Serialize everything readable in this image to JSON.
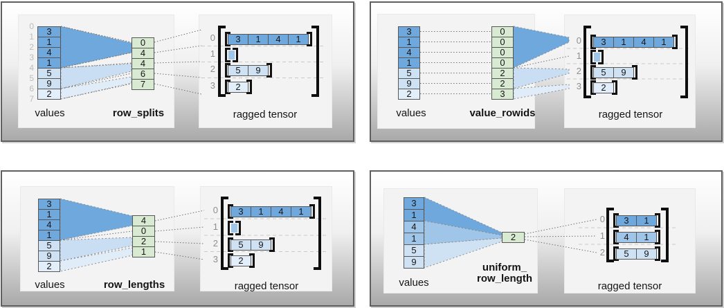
{
  "colors": {
    "dark_blue": "#6fa8dc",
    "medium_blue": "#9fc5e8",
    "light_blue": "#cfe2f3",
    "pale_blue": "#e2eefa",
    "green": "#d9ead3"
  },
  "quadrants": {
    "row_splits": {
      "values_label": "values",
      "factory_label": "row_splits",
      "tensor_label": "ragged tensor",
      "values": [
        "3",
        "1",
        "4",
        "1",
        "5",
        "9",
        "2"
      ],
      "boundary_indices": [
        "0",
        "1",
        "2",
        "3",
        "4",
        "5",
        "6",
        "7"
      ],
      "factory_values": [
        "0",
        "4",
        "4",
        "6",
        "7"
      ],
      "tensor_row_indices": [
        "0",
        "1",
        "2",
        "3"
      ],
      "tensor_rows": [
        [
          "3",
          "1",
          "4",
          "1"
        ],
        [],
        [
          "5",
          "9"
        ],
        [
          "2"
        ]
      ]
    },
    "value_rowids": {
      "values_label": "values",
      "factory_label": "value_rowids",
      "tensor_label": "ragged tensor",
      "values": [
        "3",
        "1",
        "4",
        "1",
        "5",
        "9",
        "2"
      ],
      "factory_values": [
        "0",
        "0",
        "0",
        "0",
        "2",
        "2",
        "3"
      ],
      "tensor_row_indices": [
        "0",
        "1",
        "2",
        "3"
      ],
      "tensor_rows": [
        [
          "3",
          "1",
          "4",
          "1"
        ],
        [],
        [
          "5",
          "9"
        ],
        [
          "2"
        ]
      ]
    },
    "row_lengths": {
      "values_label": "values",
      "factory_label": "row_lengths",
      "tensor_label": "ragged tensor",
      "values": [
        "3",
        "1",
        "4",
        "1",
        "5",
        "9",
        "2"
      ],
      "factory_values": [
        "4",
        "0",
        "2",
        "1"
      ],
      "tensor_row_indices": [
        "0",
        "1",
        "2",
        "3"
      ],
      "tensor_rows": [
        [
          "3",
          "1",
          "4",
          "1"
        ],
        [],
        [
          "5",
          "9"
        ],
        [
          "2"
        ]
      ]
    },
    "uniform_row_length": {
      "values_label": "values",
      "factory_label_line1": "uniform_",
      "factory_label_line2": "row_length",
      "tensor_label": "ragged tensor",
      "values": [
        "3",
        "1",
        "4",
        "1",
        "5",
        "9"
      ],
      "factory_values": [
        "2"
      ],
      "tensor_row_indices": [
        "0",
        "1",
        "2"
      ],
      "tensor_rows": [
        [
          "3",
          "1"
        ],
        [
          "4",
          "1"
        ],
        [
          "5",
          "9"
        ]
      ]
    }
  }
}
